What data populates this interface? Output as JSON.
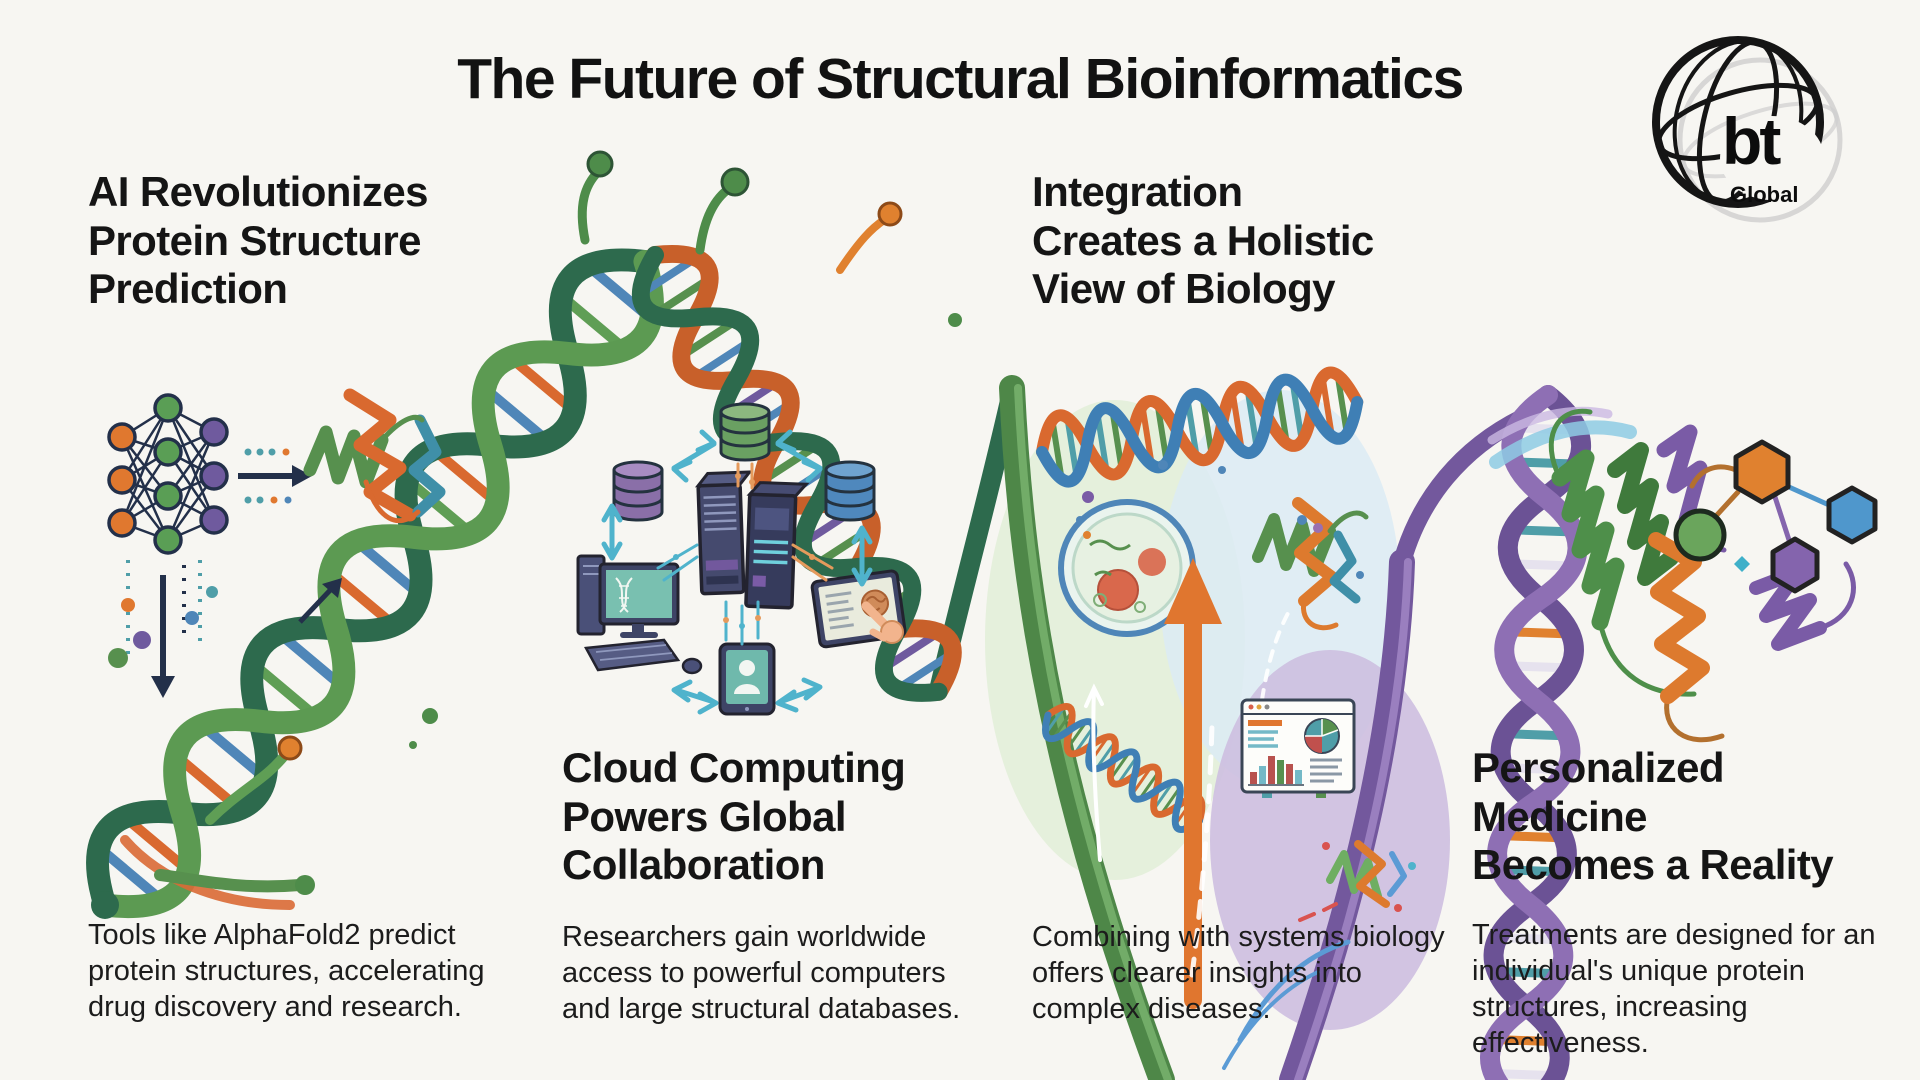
{
  "header": {
    "title": "The Future of Structural Bioinformatics"
  },
  "logo": {
    "brand": "bt",
    "tagline": "Global",
    "icon": "globe-wireframe-icon"
  },
  "sections": [
    {
      "heading": "AI Revolutionizes\nProtein Structure\nPrediction",
      "body": "Tools like AlphaFold2 predict\nprotein structures, accelerating\ndrug discovery and research.",
      "illustration": "neural-network-to-protein-icon"
    },
    {
      "heading": "Cloud Computing\nPowers Global\nCollaboration",
      "body": "Researchers gain worldwide\naccess to powerful computers\nand large structural databases.",
      "illustration": "cloud-servers-databases-devices-icon"
    },
    {
      "heading": "Integration\nCreates a Holistic\nView of Biology",
      "body": "Combining with systems biology\noffers clearer insights into\ncomplex diseases.",
      "illustration": "dna-cell-protein-analytics-icon"
    },
    {
      "heading": "Personalized\nMedicine\nBecomes a Reality",
      "body": "Treatments are designed for an\nindividual's unique protein\nstructures, increasing effectiveness.",
      "illustration": "protein-ribbon-drug-molecule-icon"
    }
  ],
  "palette": {
    "background": "#f7f6f2",
    "text": "#141414",
    "dna_green": "#57904e",
    "dna_dark_green": "#2d6a4d",
    "dna_orange": "#d9692f",
    "rung_blue": "#4f86b8",
    "accent_purple": "#73589d",
    "arrow_teal": "#4fb3cc",
    "server_navy": "#3e4466",
    "highlight_orange": "#e0762f"
  }
}
